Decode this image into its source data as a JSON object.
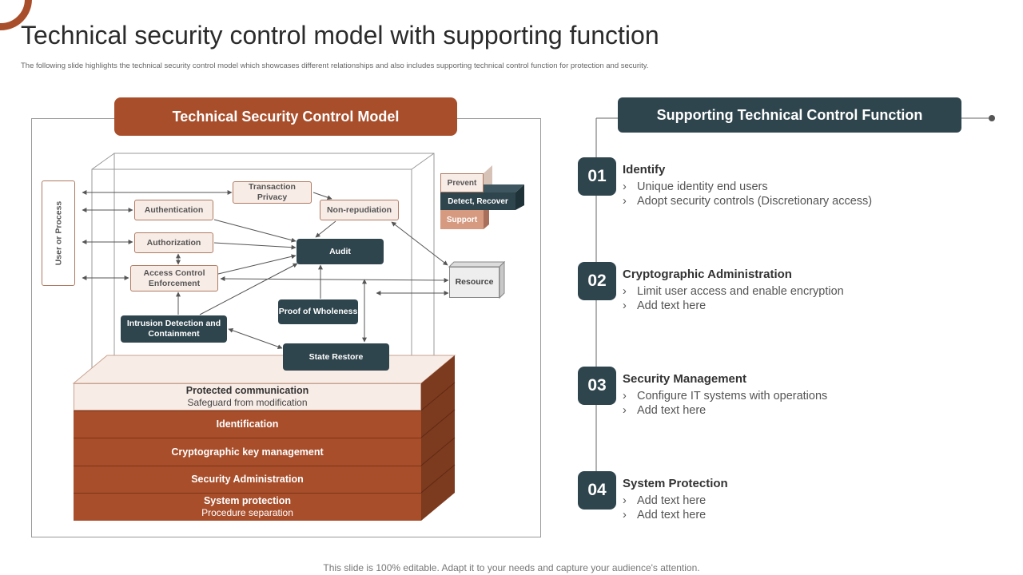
{
  "slide": {
    "title": "Technical security control model with supporting function",
    "subtitle": "The following slide highlights the technical security control model which showcases different relationships and also includes supporting technical control function for protection and security.",
    "footer": "This slide is 100% editable. Adapt it to your needs and capture your audience's attention."
  },
  "model": {
    "header": "Technical Security Control Model",
    "user_label": "User or Process",
    "nodes": {
      "transaction_privacy": "Transaction Privacy",
      "authentication": "Authentication",
      "non_repudiation": "Non-repudiation",
      "authorization": "Authorization",
      "audit": "Audit",
      "access_control": "Access Control Enforcement",
      "proof_of_wholeness": "Proof of Wholeness",
      "intrusion_detection": "Intrusion Detection and Containment",
      "state_restore": "State Restore",
      "resource": "Resource"
    },
    "legend": {
      "prevent": "Prevent",
      "detect_recover": "Detect, Recover",
      "support": "Support"
    },
    "layers": [
      {
        "title": "Protected communication",
        "sub": "Safeguard from modification"
      },
      {
        "title": "Identification",
        "sub": ""
      },
      {
        "title": "Cryptographic key management",
        "sub": ""
      },
      {
        "title": "Security Administration",
        "sub": ""
      },
      {
        "title": "System protection",
        "sub": "Procedure separation"
      }
    ],
    "colors": {
      "rust": "#a94e2b",
      "dark_teal": "#2f454d",
      "light_peach": "#f8ece6"
    }
  },
  "functions": {
    "header": "Supporting Technical Control Function",
    "steps": [
      {
        "number": "01",
        "title": "Identify",
        "bullets": [
          "Unique identity end users",
          "Adopt security controls (Discretionary access)"
        ]
      },
      {
        "number": "02",
        "title": "Cryptographic Administration",
        "bullets": [
          "Limit user access and enable encryption",
          "Add text here"
        ]
      },
      {
        "number": "03",
        "title": "Security Management",
        "bullets": [
          "Configure IT systems with operations",
          "Add text here"
        ]
      },
      {
        "number": "04",
        "title": "System Protection",
        "bullets": [
          "Add text here",
          "Add text here"
        ]
      }
    ],
    "bullet_glyph": "›"
  }
}
